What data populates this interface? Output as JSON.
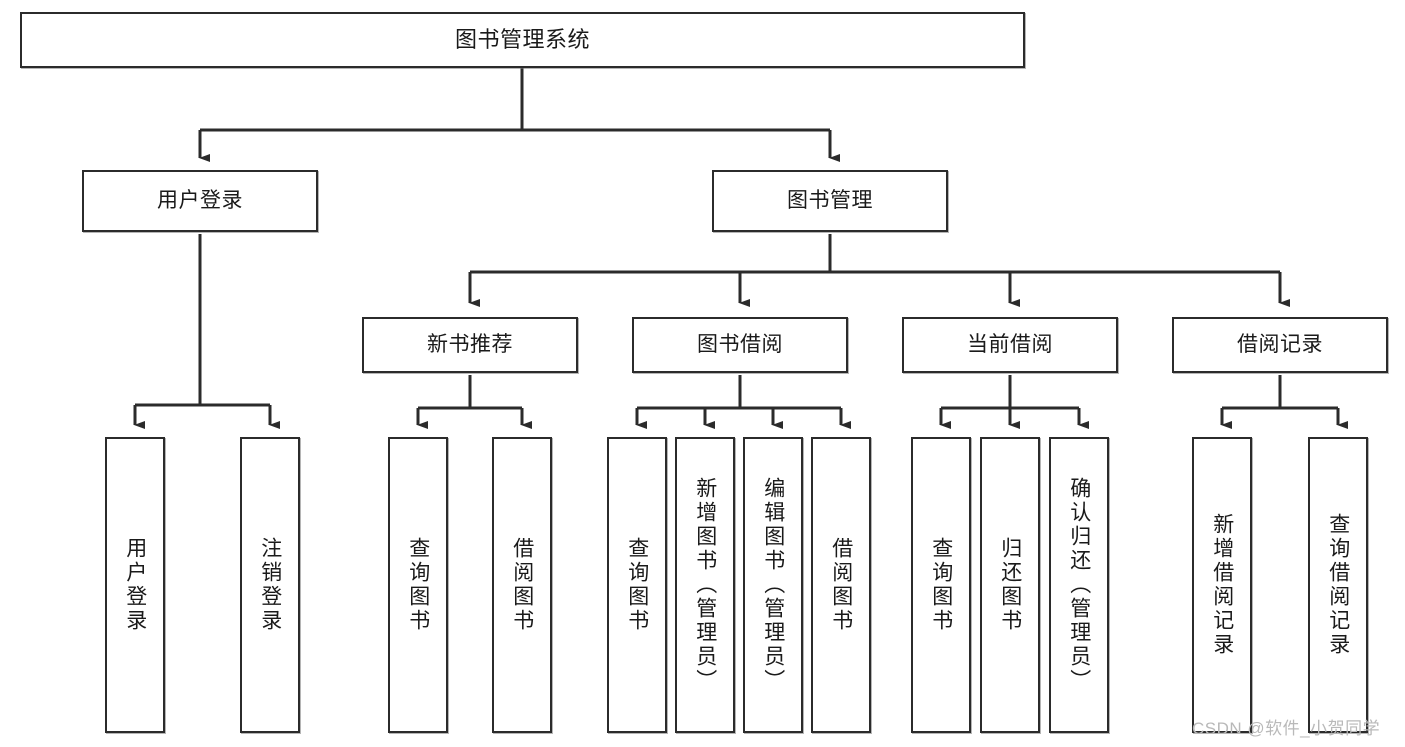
{
  "diagram": {
    "title": "图书管理系统",
    "type": "tree-hierarchy",
    "orientation": "top-down",
    "colors": {
      "node_border": "#2b2b2b",
      "node_fill": "#ffffff",
      "edge": "#2b2b2b",
      "text": "#1a1a1a",
      "watermark": "#b9b9b9",
      "background": "#ffffff"
    },
    "levels": {
      "root": {
        "label": "图书管理系统"
      },
      "level2": [
        {
          "label": "用户登录"
        },
        {
          "label": "图书管理"
        }
      ],
      "level3": [
        {
          "label": "新书推荐"
        },
        {
          "label": "图书借阅"
        },
        {
          "label": "当前借阅"
        },
        {
          "label": "借阅记录"
        }
      ],
      "level4": [
        {
          "label": "用户登录",
          "parent": "用户登录"
        },
        {
          "label": "注销登录",
          "parent": "用户登录"
        },
        {
          "label": "查询图书",
          "parent": "新书推荐"
        },
        {
          "label": "借阅图书",
          "parent": "新书推荐"
        },
        {
          "label": "查询图书",
          "parent": "图书借阅"
        },
        {
          "label": "新增图书（管理员）",
          "parent": "图书借阅"
        },
        {
          "label": "编辑图书（管理员）",
          "parent": "图书借阅"
        },
        {
          "label": "借阅图书",
          "parent": "图书借阅"
        },
        {
          "label": "查询图书",
          "parent": "当前借阅"
        },
        {
          "label": "归还图书",
          "parent": "当前借阅"
        },
        {
          "label": "确认归还（管理员）",
          "parent": "当前借阅"
        },
        {
          "label": "新增借阅记录",
          "parent": "借阅记录"
        },
        {
          "label": "查询借阅记录",
          "parent": "借阅记录"
        }
      ]
    }
  },
  "watermark": {
    "text": "CSDN @软件_小贺同学"
  }
}
